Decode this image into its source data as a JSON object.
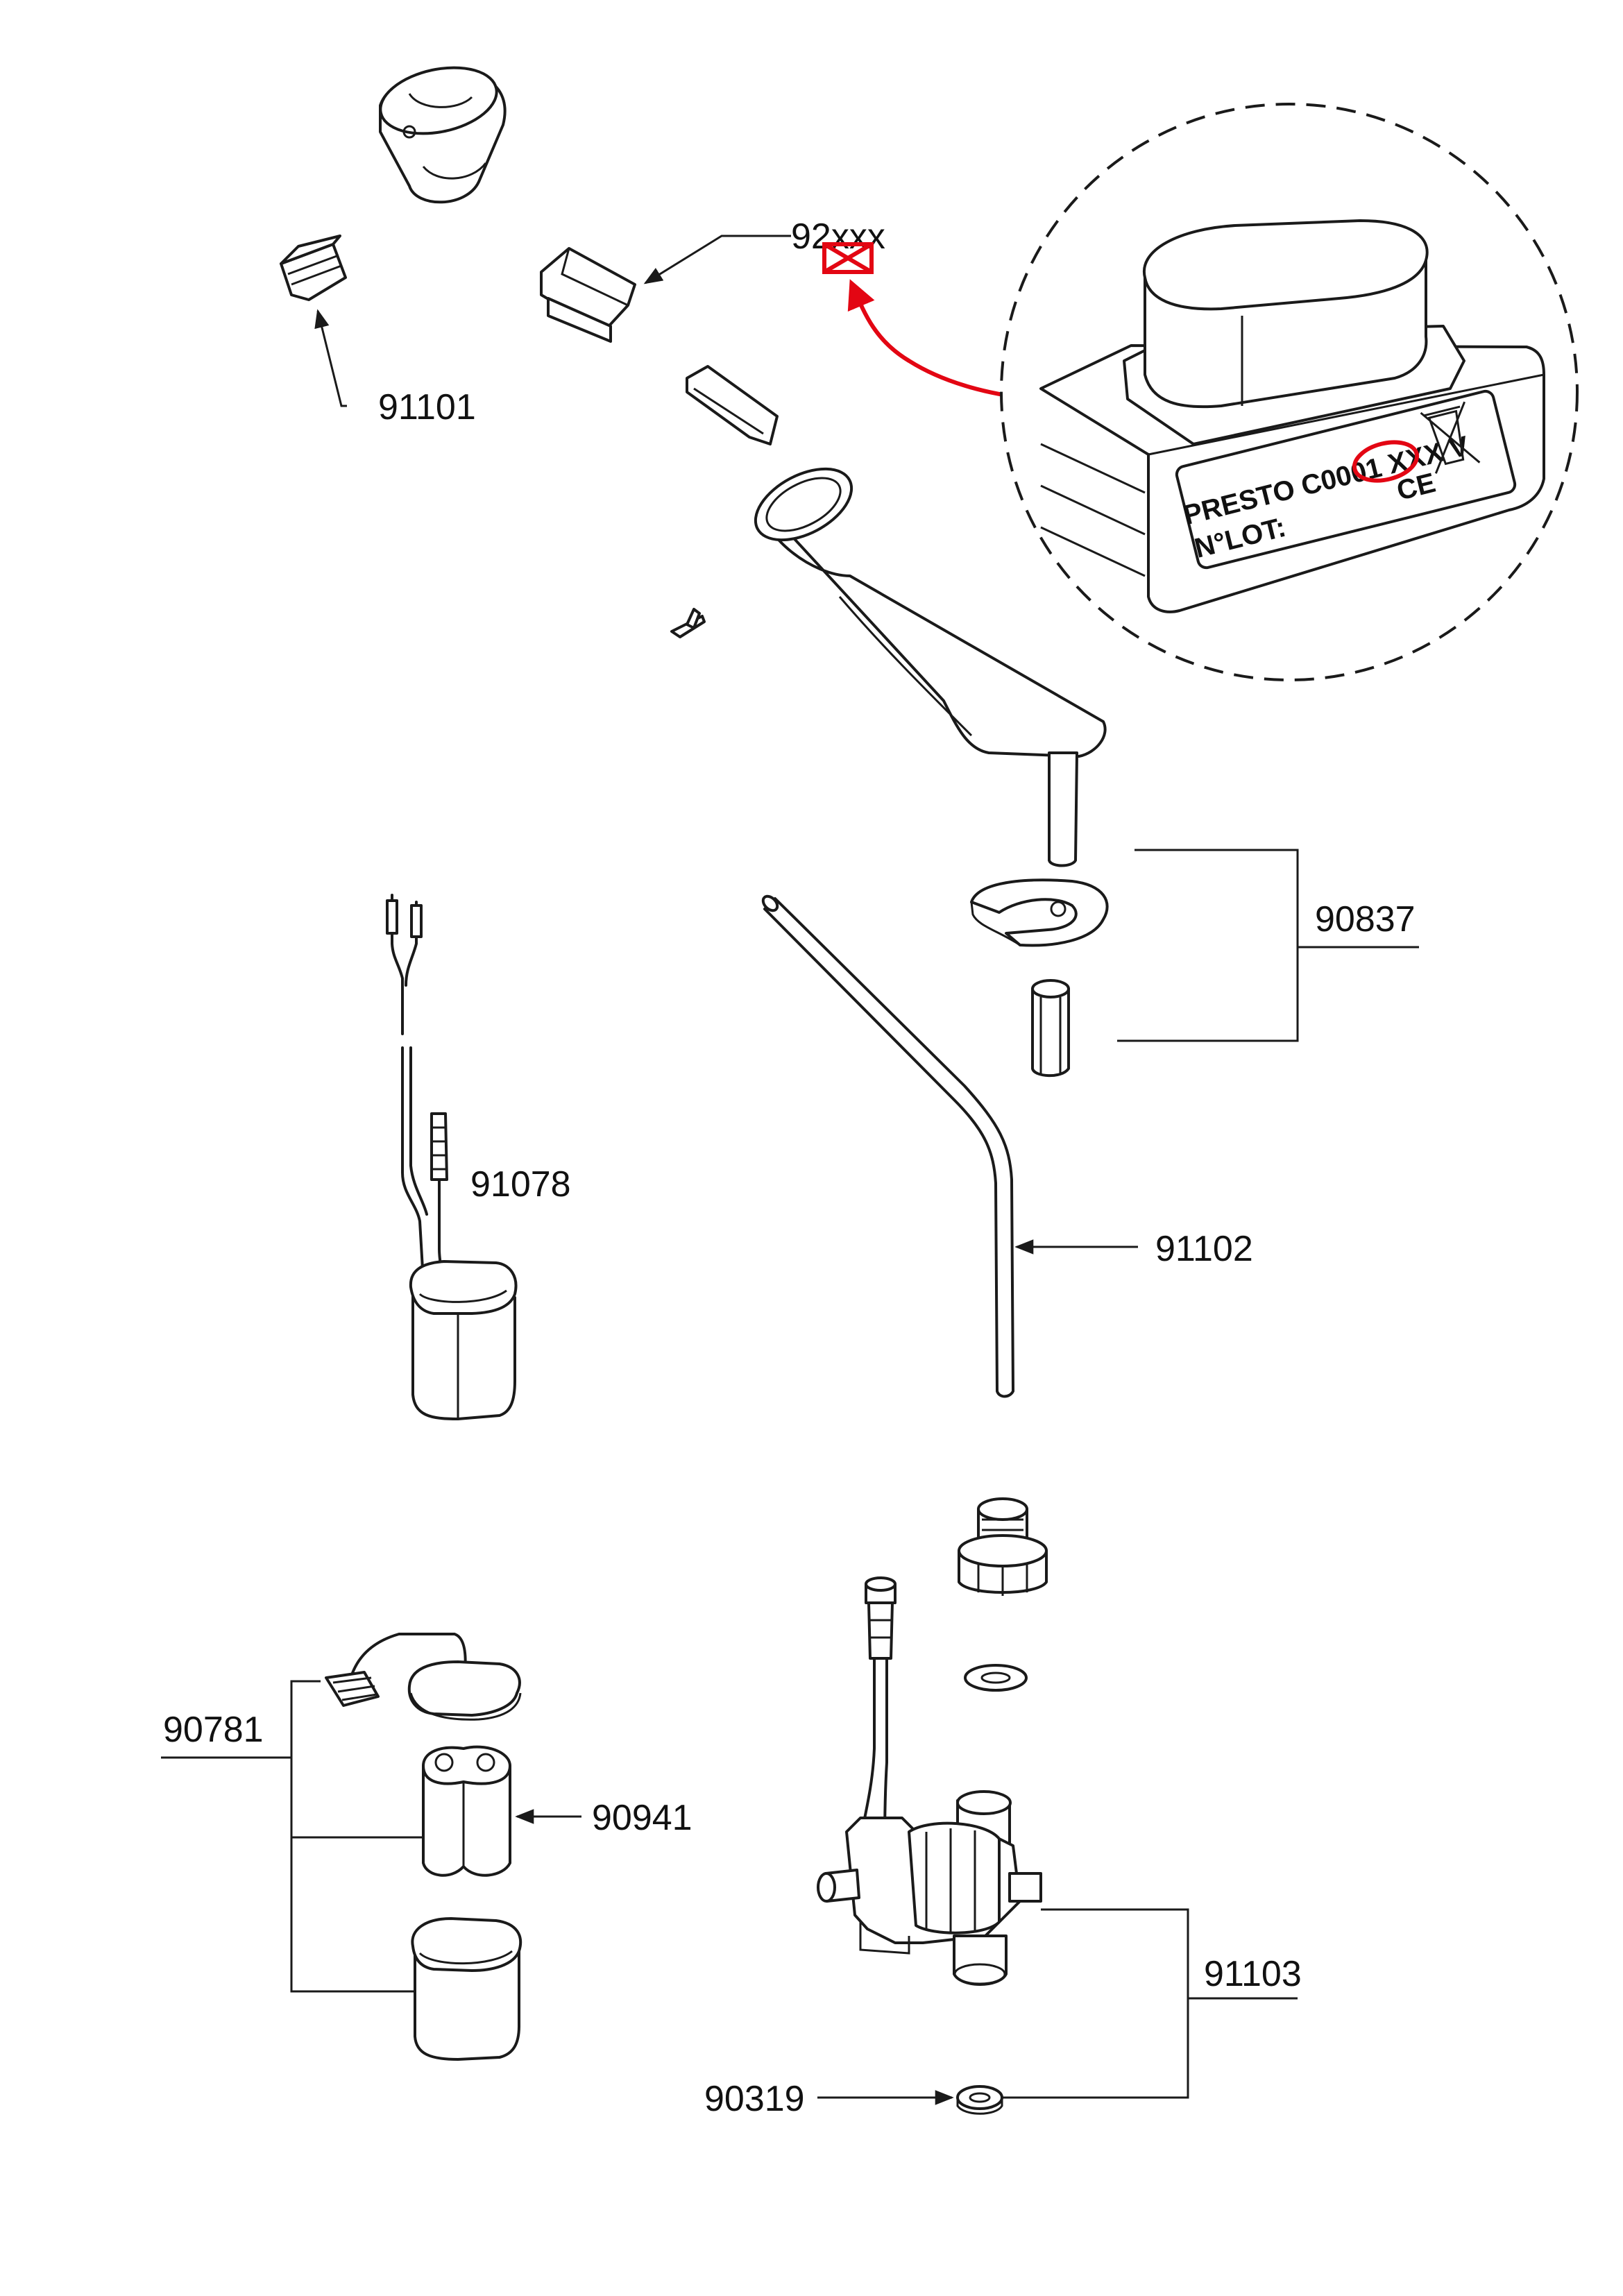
{
  "labels": {
    "cap": "92xxx",
    "aerator": "91101",
    "ring_set": "90837",
    "cable": "91078",
    "tube": "91102",
    "battery_box": "90781",
    "battery_insert": "90941",
    "valve": "91103",
    "washer": "90319"
  },
  "detail": {
    "line1_prefix": "PRESTO C0001",
    "line1_code": "XXX",
    "line1_suffix": "V",
    "line2": "N°LOT:",
    "ce_mark": "CE",
    "recycle_icon": "crossed-bin-icon"
  },
  "colors": {
    "highlight": "#e30613",
    "line": "#1a1a1a"
  }
}
